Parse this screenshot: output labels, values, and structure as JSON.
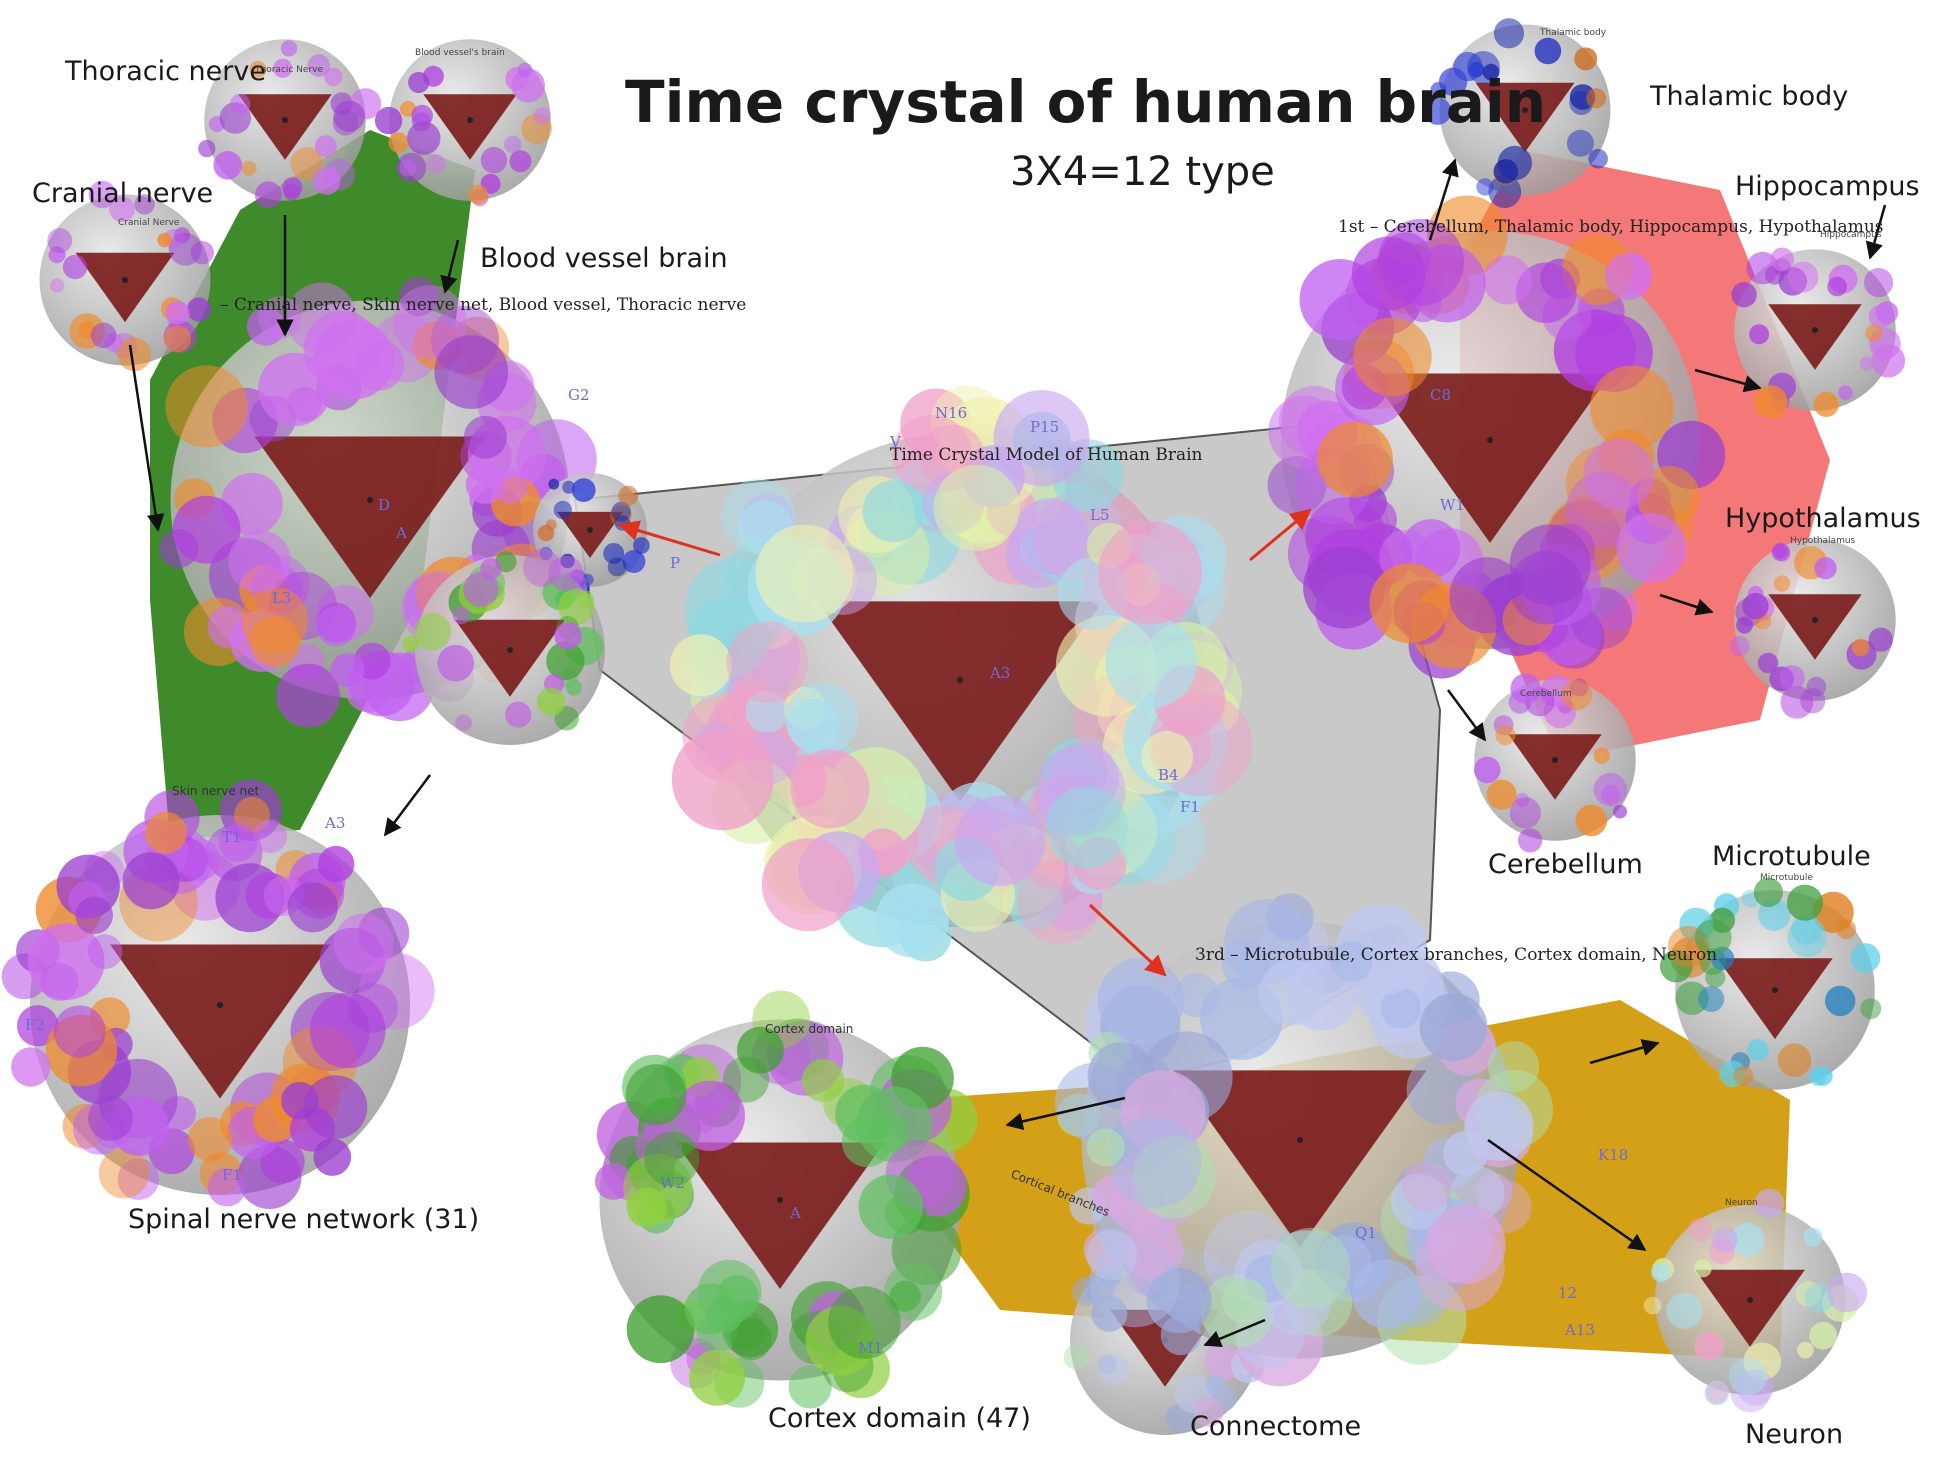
{
  "title": "Time crystal of human brain",
  "subtitle": "3X4=12 type",
  "center": {
    "label": "Time Crystal Model of Human Brain",
    "small_labels": [
      "N16",
      "P15",
      "V",
      "A3",
      "B4",
      "F1",
      "L5",
      "P"
    ]
  },
  "groups": {
    "group2_caption": "– Cranial nerve, Skin nerve net, Blood vessel, Thoracic nerve",
    "group1_caption": "1st – Cerebellum, Thalamic body, Hippocampus, Hypothalamus",
    "group3_caption": "3rd – Microtubule, Cortex branches, Cortex domain, Neuron"
  },
  "nodes": {
    "thoracic_nerve": "Thoracic nerve",
    "blood_vessel": "Blood vessel brain",
    "cranial_nerve": "Cranial nerve",
    "spinal": "Spinal nerve network (31)",
    "thalamic": "Thalamic body",
    "hippocampus": "Hippocampus",
    "hypothalamus": "Hypothalamus",
    "cerebellum": "Cerebellum",
    "microtubule": "Microtubule",
    "neuron": "Neuron",
    "connectome": "Connectome",
    "cortex_domain": "Cortex domain (47)"
  },
  "mini_captions": {
    "skin_nerve_net": "Skin nerve net",
    "cranial_small": "Cranial Nerve",
    "thoracic_small": "Thoracic Nerve",
    "blood_small": "Blood vessel's brain",
    "thalamic_small": "Thalamic body",
    "hippo_small": "Hippocampus",
    "hypo_small": "Hypothalamus",
    "cerebellum_small": "Cerebellum",
    "microtubule_small": "Microtubule",
    "neuron_small": "Neuron",
    "cortex_small": "Cortex domain",
    "connectome_small": "Cortical branches"
  },
  "letters": {
    "g1": "C8",
    "g1b": "W1",
    "g2": "D",
    "g2b": "A",
    "g2c": "L3",
    "g2d": "G2",
    "g3": "Q1",
    "g3b": "K18",
    "g3c": "A13",
    "g3d": "12",
    "sp1": "F2",
    "sp2": "F1",
    "sp3": "A3",
    "sp4": "T1",
    "cx1": "W2",
    "cx2": "M1",
    "cx3": "A"
  },
  "colors": {
    "background": "#ffffff",
    "group2_fill": "#3f8a2a",
    "group1_fill": "#f47878",
    "group3_fill": "#d4a017",
    "center_plate": "#c9c9c9",
    "core": "#7a1a1a",
    "arrow_red": "#e03020",
    "arrow_black": "#111111"
  }
}
